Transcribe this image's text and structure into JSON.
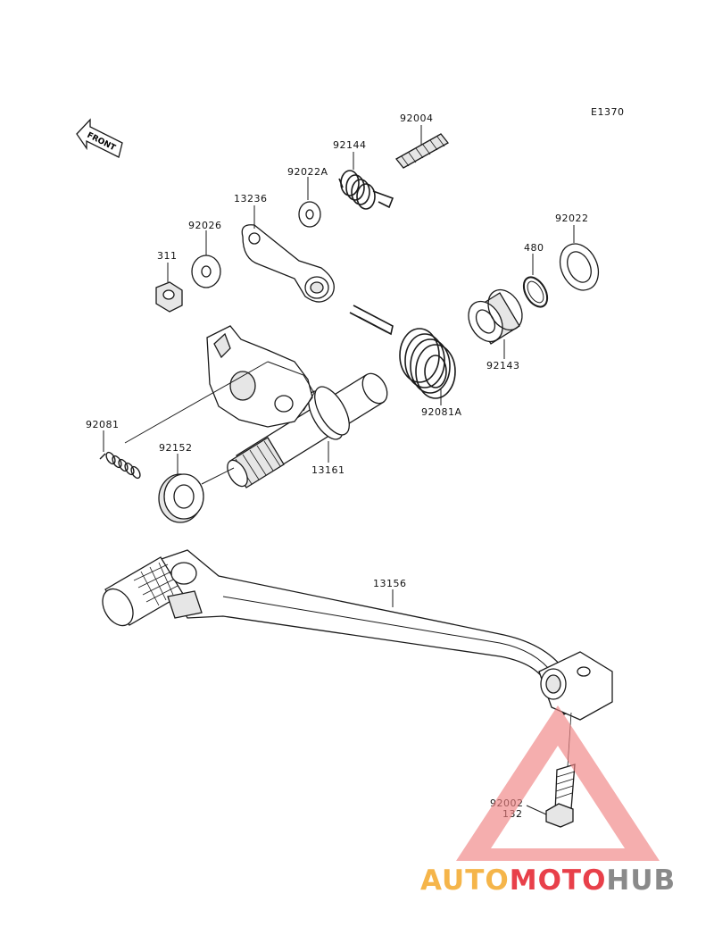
{
  "diagram": {
    "code": "E1370",
    "front_label": "FRONT",
    "parts": {
      "p92004": "92004",
      "p92144": "92144",
      "p92022A": "92022A",
      "p13236": "13236",
      "p92026": "92026",
      "p311": "311",
      "p92022": "92022",
      "p480": "480",
      "p92143": "92143",
      "p92081A": "92081A",
      "p92081": "92081",
      "p92152": "92152",
      "p13161": "13161",
      "p13156": "13156",
      "p92002": "92002",
      "p132": "132"
    }
  },
  "watermark": {
    "brand_part1": "AUTO",
    "brand_part2": "MOTO",
    "brand_part3": "HUB",
    "colors": {
      "orange": "#f5b54a",
      "red": "#e8404a",
      "gray": "#8a8a8a",
      "triangle": "#ef8080"
    }
  }
}
